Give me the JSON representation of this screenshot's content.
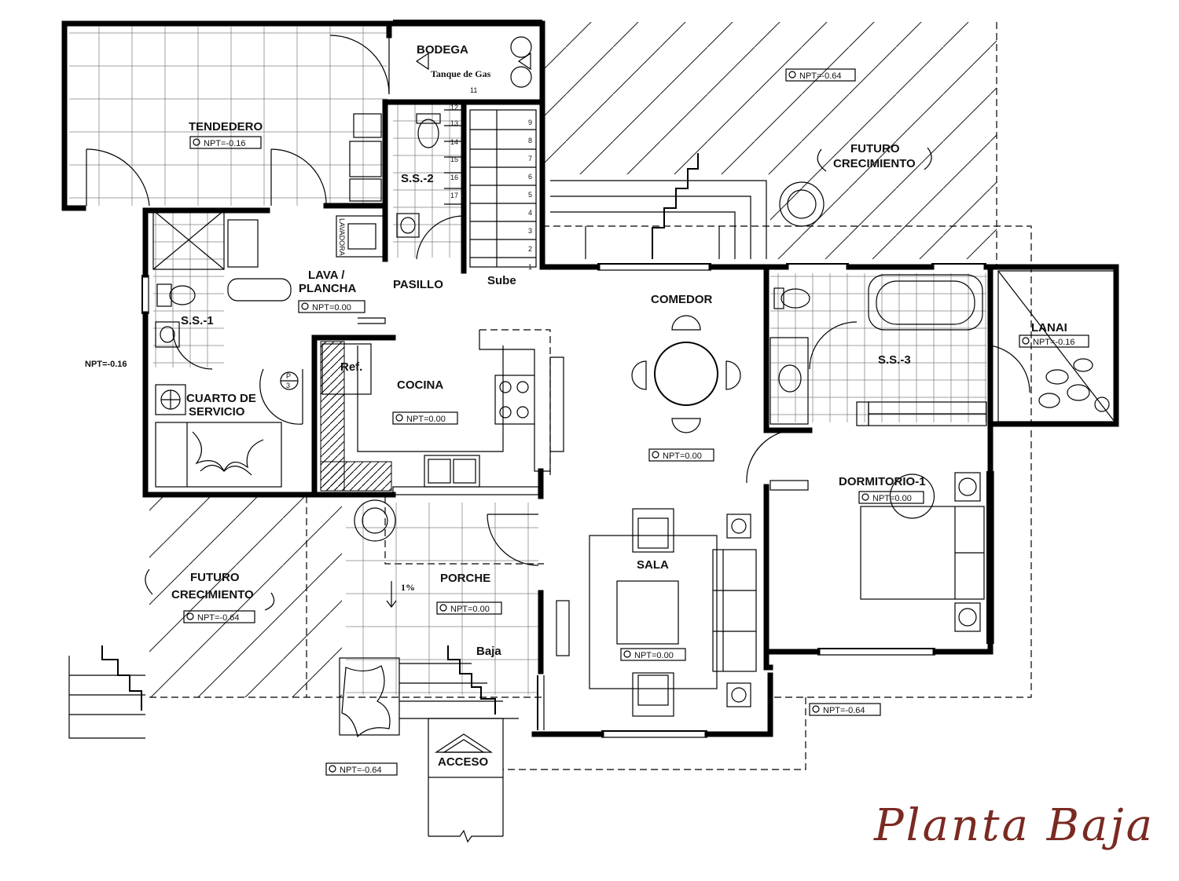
{
  "title": "Planta Baja",
  "rooms": {
    "bodega": "BODEGA",
    "tanque": "Tanque de Gas",
    "tendedero": "TENDEDERO",
    "ss2": "S.S.-2",
    "ss1": "S.S.-1",
    "ss3": "S.S.-3",
    "lava_1": "LAVA /",
    "lava_2": "PLANCHA",
    "pasillo": "PASILLO",
    "sube": "Sube",
    "comedor": "COMEDOR",
    "cocina": "COCINA",
    "ref": "Ref.",
    "cuarto_1": "CUARTO DE",
    "cuarto_2": "SERVICIO",
    "lanai": "LANAI",
    "dormitorio": "DORMITORIO-1",
    "sala": "SALA",
    "porche": "PORCHE",
    "baja": "Baja",
    "acceso": "ACCESO",
    "futuro_1": "FUTURO",
    "futuro_2": "CRECIMIENTO",
    "lavadora": "LAVADORA",
    "pendiente": "1%",
    "puerta_p": "P",
    "puerta_n": "3"
  },
  "levels": {
    "tendedero": "NPT=-0.16",
    "top_right": "NPT=-0.64",
    "left_side": "NPT=-0.16",
    "lava": "NPT=0.00",
    "cocina": "NPT=0.00",
    "comedor": "NPT=0.00",
    "lanai": "NPT=-0.16",
    "dormitorio": "NPT=0.00",
    "porche": "NPT=0.00",
    "sala": "NPT=0.00",
    "futuro_left": "NPT=-0.64",
    "bottom_right": "NPT=-0.64",
    "bottom_left": "NPT=-0.64"
  },
  "stairs": {
    "top": "11",
    "left": [
      "12",
      "13",
      "14",
      "15",
      "16",
      "17"
    ],
    "right": [
      "9",
      "8",
      "7",
      "6",
      "5",
      "4",
      "3",
      "2",
      "1"
    ]
  }
}
